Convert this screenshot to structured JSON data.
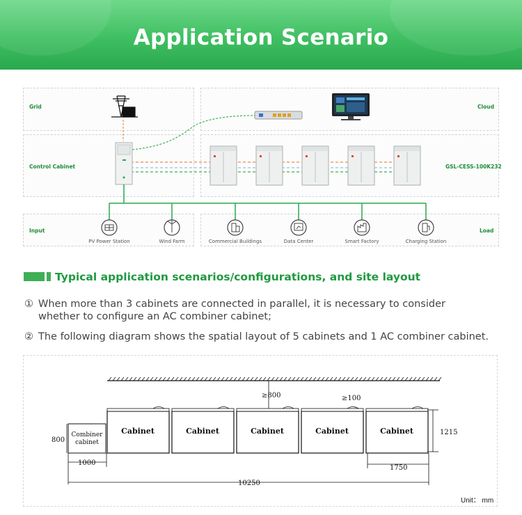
{
  "header": {
    "title": "Application Scenario"
  },
  "topology": {
    "rows": {
      "grid": "Grid",
      "cloud": "Cloud",
      "control_cabinet": "Control Cabinet",
      "model": "GSL-CESS-100K232",
      "input": "Input",
      "load": "Load"
    },
    "inputs": [
      {
        "label": "PV Power Station",
        "icon": "solar-panel-icon"
      },
      {
        "label": "Wind Farm",
        "icon": "wind-turbine-icon"
      }
    ],
    "loads": [
      {
        "label": "Commercial Buildings",
        "icon": "building-icon"
      },
      {
        "label": "Data Center",
        "icon": "data-center-icon"
      },
      {
        "label": "Smart Factory",
        "icon": "factory-icon"
      },
      {
        "label": "Charging Station",
        "icon": "charging-station-icon"
      }
    ],
    "cabinet_count": 5
  },
  "section": {
    "title": "Typical application scenarios/configurations, and site layout"
  },
  "notes": [
    {
      "num": "①",
      "text": "When more than 3 cabinets are connected in parallel, it is necessary to consider",
      "cont": "whether to configure an AC combiner cabinet;"
    },
    {
      "num": "②",
      "text": "The following diagram shows the spatial layout of 5 cabinets and 1 AC combiner cabinet."
    }
  ],
  "layout": {
    "cabinet_label": "Cabinet",
    "combiner_label_1": "Combiner",
    "combiner_label_2": "cabinet",
    "dim_800_left": "800",
    "dim_1000": "1000",
    "dim_gap_top": "≥800",
    "dim_gap_between": "≥100",
    "dim_1215": "1215",
    "dim_1750": "1750",
    "dim_total": "10250",
    "unit": "Unit： mm"
  },
  "colors": {
    "accent": "#2aa84e",
    "dash_orange": "#f08a4b",
    "dash_green": "#3fae55",
    "dash_blue": "#4aa3d8"
  }
}
